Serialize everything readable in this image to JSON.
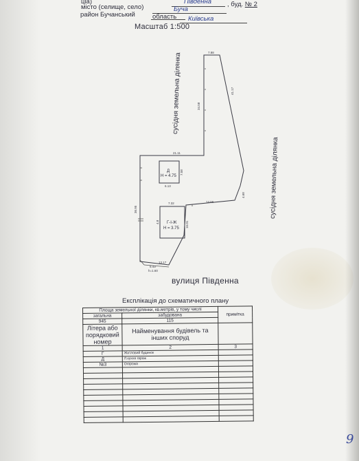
{
  "header": {
    "line1_prefix": "місто (селище, село)",
    "street_fragment": "ціа)",
    "street_value": "Південна",
    "building_label": ", буд.",
    "building_value": "№ 2",
    "settlement_value": "Буча",
    "district_label_prefix": "район",
    "district_value": "Бучанський",
    "region_label": "область",
    "region_value": "Київська"
  },
  "scale": "Масштаб 1:500",
  "plan": {
    "neighbor_left": "сусідня земельна ділянка",
    "neighbor_right": "сусідня земельна ділянка",
    "street": "вулиця Південна",
    "building_d": {
      "letter": "Д",
      "height": "Н = 4.75"
    },
    "building_g": {
      "letter": "Г-І-Ж",
      "height": "Н = 3.75"
    },
    "dimensions": {
      "top": "7.88",
      "left_upper": "34.58",
      "right_upper": "41.17",
      "mid_top": "21.11",
      "d_right": "7.58",
      "d_bottom": "6.13",
      "right_lower": "4.68",
      "mid_left": "7.32",
      "mid_right": "14.56",
      "left_lower": "36.95",
      "g_right": "16.01",
      "g_left": "4.8",
      "bottom": "13.17",
      "corner1": "6.43",
      "corner2": "h=1.60"
    }
  },
  "explication": {
    "title": "Експлікація до схематичного плану",
    "area_header": "Площа земельної ділянки, кв.метрів, у тому числі",
    "total_label": "загальна",
    "built_label": "забудована",
    "note_label": "примітка",
    "total_value": "945",
    "built_value": "115",
    "letter_header": "Літера або порядковий номер",
    "name_header": "Найменування будівель та інших споруд",
    "col_numbers": [
      "1",
      "2",
      "3"
    ],
    "rows": [
      {
        "letter": "Г",
        "name": "Житловий будинок"
      },
      {
        "letter": "Д",
        "name": "Л.кухня гараж"
      },
      {
        "letter": "№3",
        "name": "Огорожа"
      }
    ]
  },
  "page_number": "9"
}
